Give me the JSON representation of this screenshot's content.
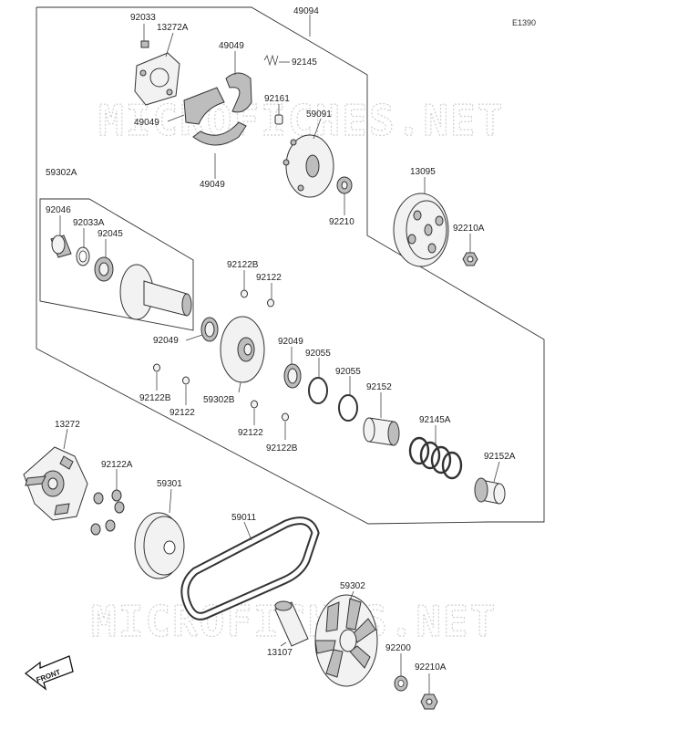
{
  "diagram_code": "E1390",
  "watermark": "MICROFICHES.NET",
  "front_label": "FRONT",
  "labels": [
    {
      "id": "l0",
      "text": "92033"
    },
    {
      "id": "l1",
      "text": "13272A"
    },
    {
      "id": "l2",
      "text": "49094"
    },
    {
      "id": "l3",
      "text": "49049"
    },
    {
      "id": "l4",
      "text": "92145"
    },
    {
      "id": "l5",
      "text": "92161"
    },
    {
      "id": "l6",
      "text": "49049"
    },
    {
      "id": "l7",
      "text": "59091"
    },
    {
      "id": "l8",
      "text": "49049"
    },
    {
      "id": "l9",
      "text": "59302A"
    },
    {
      "id": "l10",
      "text": "13095"
    },
    {
      "id": "l11",
      "text": "92210"
    },
    {
      "id": "l12",
      "text": "92046"
    },
    {
      "id": "l13",
      "text": "92033A"
    },
    {
      "id": "l14",
      "text": "92045"
    },
    {
      "id": "l15",
      "text": "92210A"
    },
    {
      "id": "l16",
      "text": "92122B"
    },
    {
      "id": "l17",
      "text": "92122"
    },
    {
      "id": "l18",
      "text": "92049"
    },
    {
      "id": "l19",
      "text": "92049"
    },
    {
      "id": "l20",
      "text": "92055"
    },
    {
      "id": "l21",
      "text": "92055"
    },
    {
      "id": "l22",
      "text": "92122B"
    },
    {
      "id": "l23",
      "text": "92122"
    },
    {
      "id": "l24",
      "text": "59302B"
    },
    {
      "id": "l25",
      "text": "92152"
    },
    {
      "id": "l26",
      "text": "92122"
    },
    {
      "id": "l27",
      "text": "92122B"
    },
    {
      "id": "l28",
      "text": "92145A"
    },
    {
      "id": "l29",
      "text": "13272"
    },
    {
      "id": "l30",
      "text": "92122A"
    },
    {
      "id": "l31",
      "text": "92152A"
    },
    {
      "id": "l32",
      "text": "59301"
    },
    {
      "id": "l33",
      "text": "59011"
    },
    {
      "id": "l34",
      "text": "59302"
    },
    {
      "id": "l35",
      "text": "13107"
    },
    {
      "id": "l36",
      "text": "92200"
    },
    {
      "id": "l37",
      "text": "92210A"
    }
  ]
}
